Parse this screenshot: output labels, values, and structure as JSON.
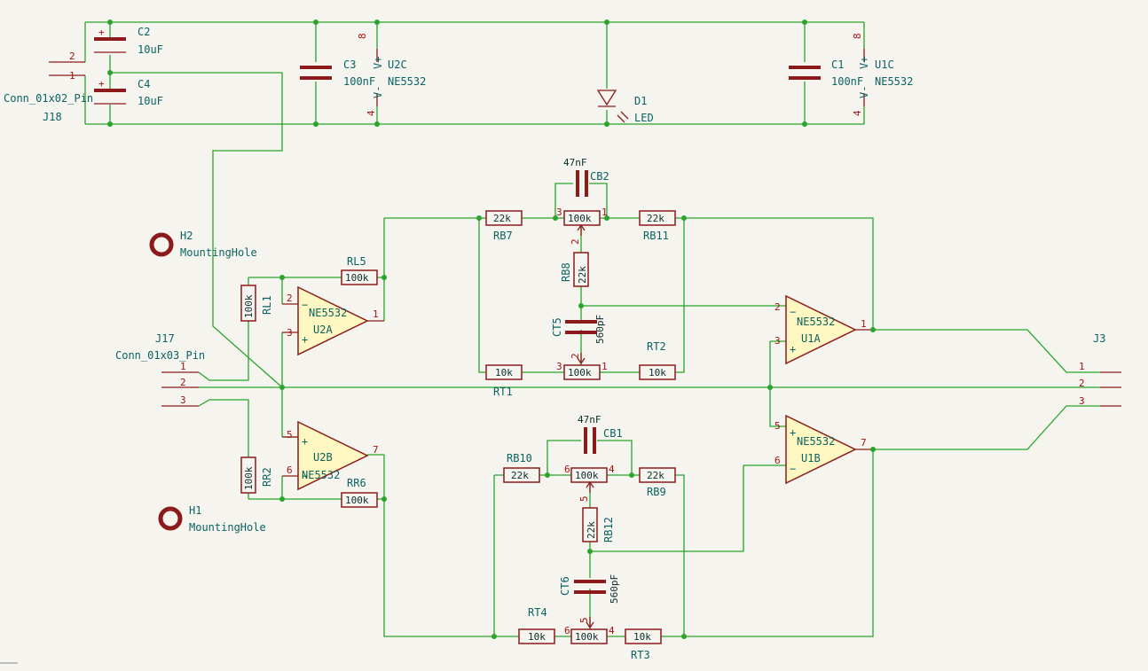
{
  "components": {
    "C2": {
      "ref": "C2",
      "value": "10uF"
    },
    "C4": {
      "ref": "C4",
      "value": "10uF"
    },
    "C3": {
      "ref": "C3",
      "value": "100nF"
    },
    "C1": {
      "ref": "C1",
      "value": "100nF"
    },
    "U2C": {
      "ref": "U2C",
      "value": "NE5532",
      "vplus": "V+",
      "vminus": "V-",
      "pin8": "8",
      "pin4": "4"
    },
    "U1C": {
      "ref": "U1C",
      "value": "NE5532",
      "vplus": "V+",
      "vminus": "V-",
      "pin8": "8",
      "pin4": "4"
    },
    "D1": {
      "ref": "D1",
      "value": "LED"
    },
    "J18": {
      "ref": "J18",
      "value": "Conn_01x02_Pin",
      "pins": [
        "2",
        "1"
      ]
    },
    "J17": {
      "ref": "J17",
      "value": "Conn_01x03_Pin",
      "pins": [
        "1",
        "2",
        "3"
      ]
    },
    "J3": {
      "ref": "J3",
      "pins": [
        "1",
        "2",
        "3"
      ]
    },
    "H2": {
      "ref": "H2",
      "value": "MountingHole"
    },
    "H1": {
      "ref": "H1",
      "value": "MountingHole"
    },
    "RL1": {
      "ref": "RL1",
      "value": "100k"
    },
    "RL5": {
      "ref": "RL5",
      "value": "100k"
    },
    "RR2": {
      "ref": "RR2",
      "value": "100k"
    },
    "RR6": {
      "ref": "RR6",
      "value": "100k"
    },
    "U2A": {
      "ref": "U2A",
      "value": "NE5532",
      "pins": [
        "2",
        "3",
        "1"
      ]
    },
    "U2B": {
      "ref": "U2B",
      "value": "NE5532",
      "pins": [
        "5",
        "6",
        "7"
      ]
    },
    "U1A": {
      "ref": "U1A",
      "value": "NE5532",
      "pins": [
        "2",
        "3",
        "1"
      ]
    },
    "U1B": {
      "ref": "U1B",
      "value": "NE5532",
      "pins": [
        "5",
        "6",
        "7"
      ]
    },
    "RB7": {
      "ref": "RB7",
      "value": "22k"
    },
    "RB11": {
      "ref": "RB11",
      "value": "22k"
    },
    "RB8": {
      "ref": "RB8",
      "value": "22k"
    },
    "RB10": {
      "ref": "RB10",
      "value": "22k"
    },
    "RB9": {
      "ref": "RB9",
      "value": "22k"
    },
    "RB12": {
      "ref": "RB12",
      "value": "22k"
    },
    "CB2": {
      "ref": "CB2",
      "value": "47nF"
    },
    "CB1": {
      "ref": "CB1",
      "value": "47nF"
    },
    "CT5": {
      "ref": "CT5",
      "value": "560pF"
    },
    "CT6": {
      "ref": "CT6",
      "value": "560pF"
    },
    "RT1": {
      "ref": "RT1",
      "value": "10k"
    },
    "RT2": {
      "ref": "RT2",
      "value": "10k"
    },
    "RT3": {
      "ref": "RT3",
      "value": "10k"
    },
    "RT4": {
      "ref": "RT4",
      "value": "10k"
    },
    "POT_B2": {
      "value": "100k",
      "pins": [
        "3",
        "1",
        "2"
      ]
    },
    "POT_T2": {
      "value": "100k",
      "pins": [
        "3",
        "1",
        "2"
      ]
    },
    "POT_B1": {
      "value": "100k",
      "pins": [
        "6",
        "4",
        "5"
      ]
    },
    "POT_T1": {
      "value": "100k",
      "pins": [
        "6",
        "4",
        "5"
      ]
    }
  },
  "signs": {
    "plus": "+",
    "minus": "−"
  }
}
